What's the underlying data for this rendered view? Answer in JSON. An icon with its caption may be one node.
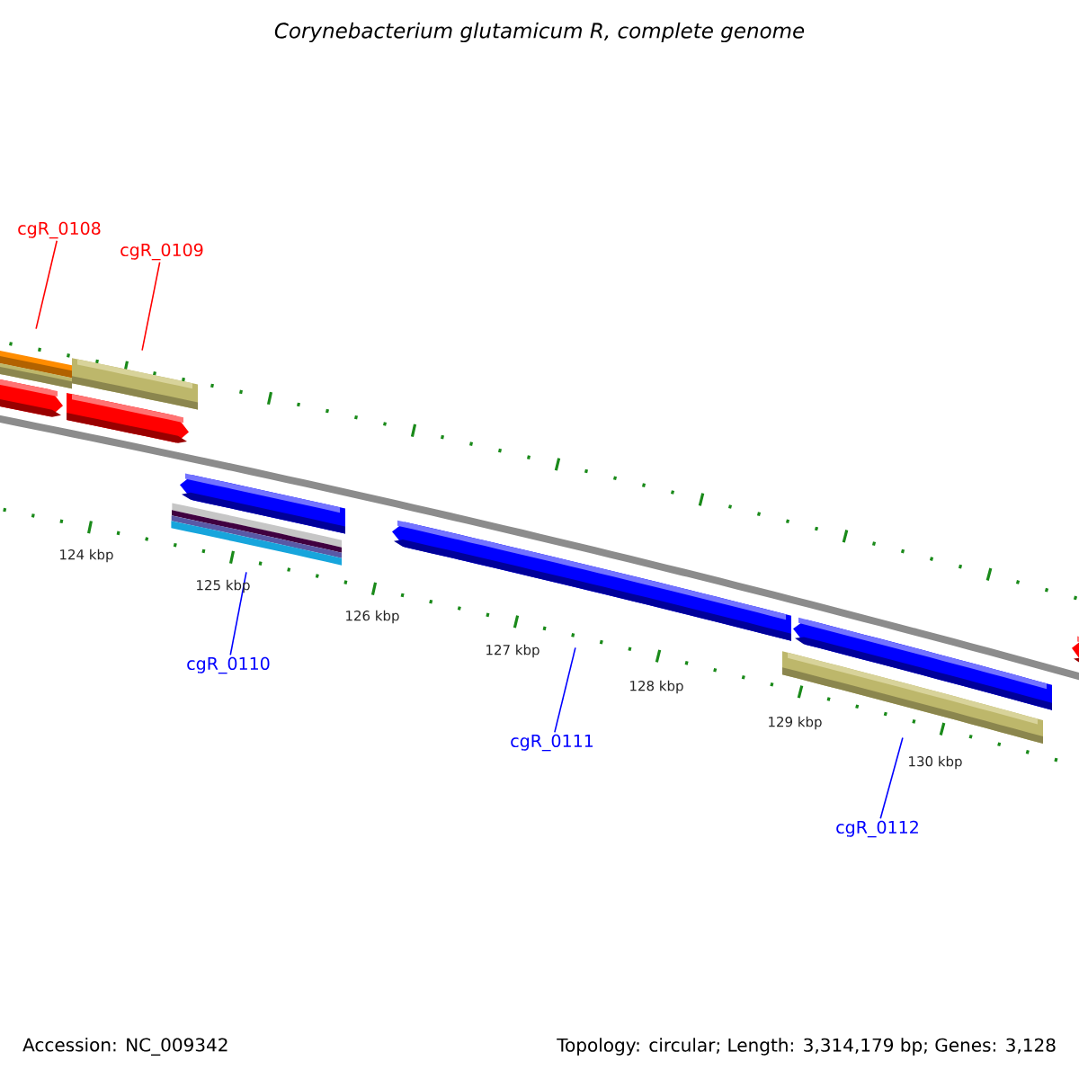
{
  "diagram": {
    "title": "Corynebacterium glutamicum R, complete genome",
    "nodes": [
      {
        "text": [
          "cgR_0108"
        ]
      },
      {
        "text": [
          "cgR_0109"
        ]
      },
      {
        "text": [
          "cgR_0110"
        ]
      },
      {
        "text": [
          "cgR_0111"
        ]
      },
      {
        "text": [
          "cgR_0112"
        ]
      },
      {
        "text": [],
        "shape": "bar"
      },
      {
        "text": [],
        "shape": "bar"
      },
      {
        "text": [],
        "shape": "bar"
      },
      {
        "text": [],
        "shape": "bar"
      },
      {
        "text": [],
        "shape": "bar"
      },
      {
        "text": [],
        "shape": "bar"
      },
      {
        "text": [],
        "shape": "bar"
      },
      {
        "text": [],
        "shape": "bar"
      },
      {
        "text": [],
        "shape": "bar"
      },
      {
        "text": [],
        "shape": "bar"
      },
      {
        "text": [],
        "shape": "bar"
      }
    ],
    "edges": [
      {
        "from": 0,
        "to": 5,
        "arrow": "none",
        "color": "#ff0000"
      },
      {
        "from": 1,
        "to": 6,
        "arrow": "none",
        "color": "#ff0000"
      },
      {
        "from": 2,
        "to": 7,
        "arrow": "none"
      },
      {
        "from": 3,
        "to": 8,
        "arrow": "none"
      },
      {
        "from": 4,
        "to": 9,
        "arrow": "none"
      }
    ],
    "labels": [
      "124 kbp",
      "125 kbp",
      "126 kbp",
      "127 kbp",
      "128 kbp",
      "129 kbp",
      "130 kbp",
      "Accession: NC_009342",
      "Topology: circular; Length: 3,314,179 bp; Genes: 3,128"
    ]
  }
}
